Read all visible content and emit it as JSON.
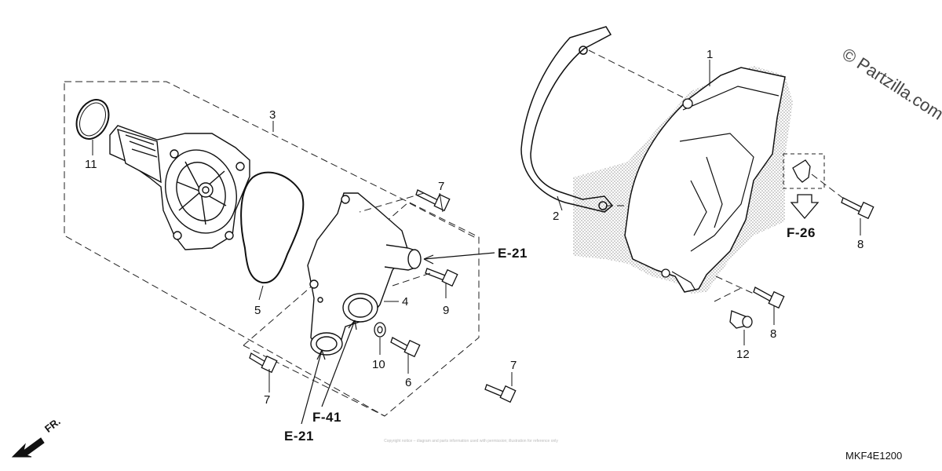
{
  "watermark": "© Partzilla.com",
  "diagram_code": "MKF4E1200",
  "front_indicator": "FR.",
  "disclaimer": "Copyright notice – diagram and parts information used with permission; illustration for reference only",
  "references": {
    "e21_right": "E-21",
    "e21_bottom": "E-21",
    "f41": "F-41",
    "f26": "F-26"
  },
  "callouts": {
    "c1": "1",
    "c2": "2",
    "c3": "3",
    "c4": "4",
    "c5": "5",
    "c6": "6",
    "c7a": "7",
    "c7b": "7",
    "c7c": "7",
    "c8a": "8",
    "c8b": "8",
    "c9": "9",
    "c10": "10",
    "c11": "11",
    "c12": "12"
  }
}
